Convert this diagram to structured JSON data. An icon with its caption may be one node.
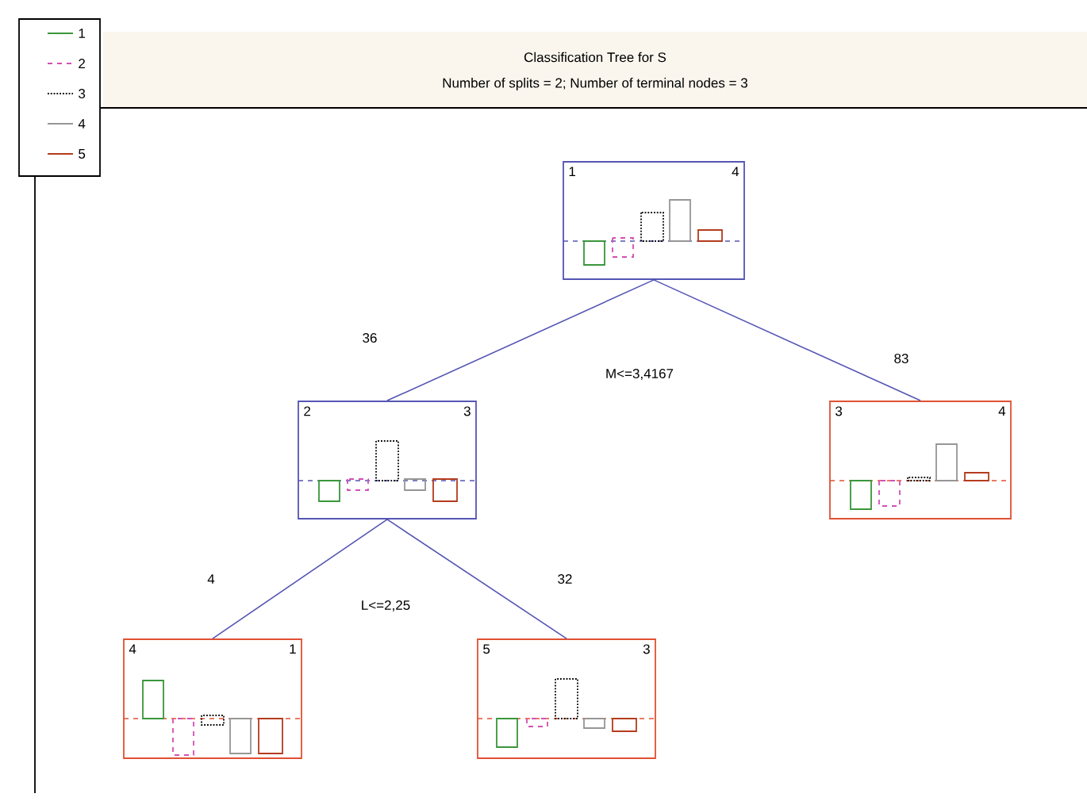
{
  "diagram": {
    "title": "Classification Tree for S",
    "nodes": [
      {
        "text": [
          "1",
          "4"
        ]
      },
      {
        "text": [
          "2",
          "3"
        ]
      },
      {
        "text": [
          "3",
          "4"
        ]
      },
      {
        "text": [
          "4",
          "1"
        ]
      },
      {
        "text": [
          "5",
          "3"
        ]
      }
    ],
    "edges": [
      {
        "from": 0,
        "to": 1,
        "arrow": "none",
        "label": "36"
      },
      {
        "from": 0,
        "to": 2,
        "arrow": "none",
        "label": "83"
      },
      {
        "from": 1,
        "to": 3,
        "arrow": "none",
        "label": "4"
      },
      {
        "from": 1,
        "to": 4,
        "arrow": "none",
        "label": "32"
      }
    ],
    "labels": [
      "Number of splits = 2; Number of terminal nodes = 3",
      "M<=3,4167",
      "L<=2,25"
    ],
    "legend": [
      {
        "text": "1"
      },
      {
        "text": "2"
      },
      {
        "text": "3"
      },
      {
        "text": "4"
      },
      {
        "text": "5"
      }
    ]
  }
}
